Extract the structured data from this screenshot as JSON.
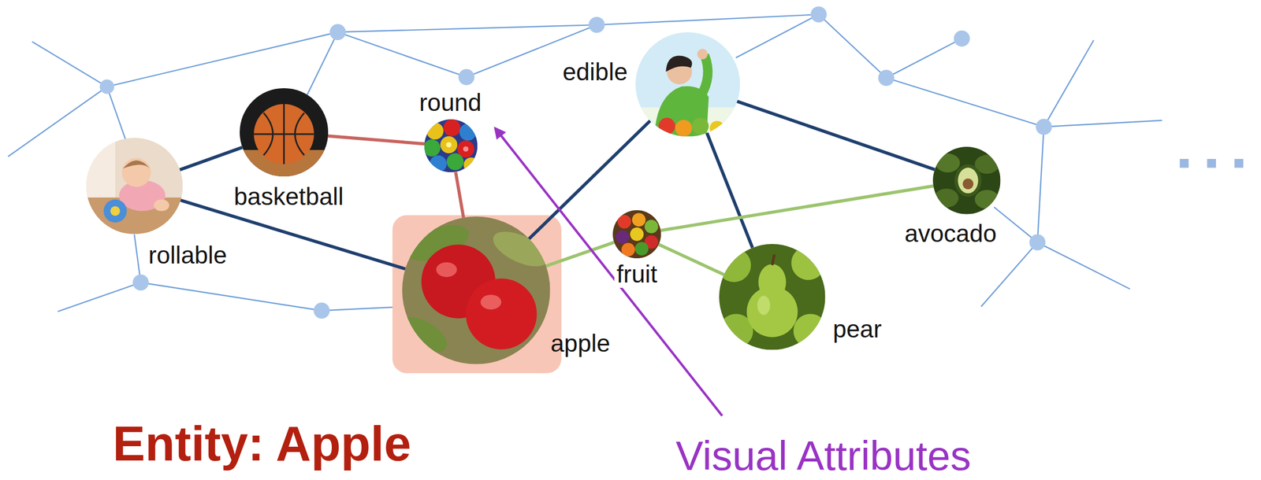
{
  "diagram": {
    "nodes": [
      {
        "text": [
          "round"
        ]
      },
      {
        "text": [
          "edible"
        ]
      },
      {
        "text": [
          "basketball"
        ]
      },
      {
        "text": [
          "rollable"
        ]
      },
      {
        "text": [
          "avocado"
        ]
      },
      {
        "text": [
          "fruit"
        ]
      },
      {
        "text": [
          "apple"
        ]
      },
      {
        "text": [
          "pear"
        ]
      }
    ],
    "edges": [
      {
        "from": 3,
        "to": 2,
        "arrow": "none"
      },
      {
        "from": 2,
        "to": 0,
        "arrow": "none"
      },
      {
        "from": 0,
        "to": 6,
        "arrow": "none"
      },
      {
        "from": 3,
        "to": 6,
        "arrow": "none"
      },
      {
        "from": 6,
        "to": 1,
        "arrow": "none"
      },
      {
        "from": 1,
        "to": 7,
        "arrow": "none"
      },
      {
        "from": 1,
        "to": 4,
        "arrow": "none"
      },
      {
        "from": 6,
        "to": 5,
        "arrow": "none"
      },
      {
        "from": 5,
        "to": 7,
        "arrow": "none"
      },
      {
        "from": 5,
        "to": 4,
        "arrow": "none"
      }
    ],
    "labels": [
      "Entity: Apple",
      "Visual Attributes"
    ]
  }
}
